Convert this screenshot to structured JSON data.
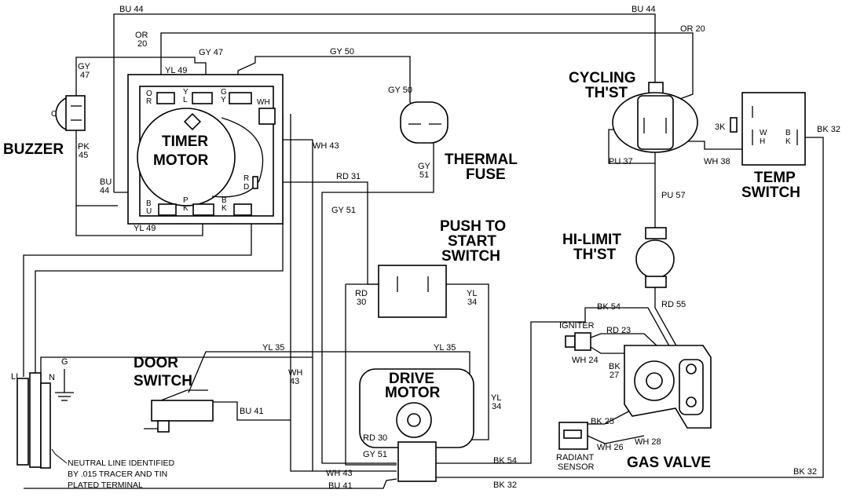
{
  "components": {
    "buzzer": "BUZZER",
    "buzzer_c": "C",
    "timer_motor_1": "TIMER",
    "timer_motor_2": "MOTOR",
    "thermal_fuse_1": "THERMAL",
    "thermal_fuse_2": "FUSE",
    "cycling_thst_1": "CYCLING",
    "cycling_thst_2": "TH'ST",
    "temp_switch_1": "TEMP",
    "temp_switch_2": "SWITCH",
    "push_start_1": "PUSH TO",
    "push_start_2": "START",
    "push_start_3": "SWITCH",
    "hi_limit_1": "HI-LIMIT",
    "hi_limit_2": "TH'ST",
    "door_switch_1": "DOOR",
    "door_switch_2": "SWITCH",
    "drive_motor_1": "DRIVE",
    "drive_motor_2": "MOTOR",
    "gas_valve": "GAS VALVE",
    "igniter": "IGNITER",
    "radiant_sensor_1": "RADIANT",
    "radiant_sensor_2": "SENSOR"
  },
  "terminals": {
    "o": "O",
    "r": "R",
    "y": "Y",
    "l": "L",
    "g": "G",
    "y2": "Y",
    "wh": "WH",
    "r2": "R",
    "d": "D",
    "b": "B",
    "u": "U",
    "p": "P",
    "k": "K",
    "b2": "B",
    "k2": "K",
    "ts_w": "W",
    "ts_h": "H",
    "ts_b": "B",
    "ts_k": "K",
    "ts_3k": "3K"
  },
  "wires": {
    "bu44_top_left": "BU 44",
    "bu44_top_right": "BU 44",
    "or20_left_1": "OR",
    "or20_left_2": "20",
    "or20_right": "OR 20",
    "gy47_left_1": "GY",
    "gy47_left_2": "47",
    "gy47_top": "GY 47",
    "yl49_top": "YL 49",
    "gy50_top": "GY 50",
    "gy50_fuse": "GY 50",
    "pk45_1": "PK",
    "pk45_2": "45",
    "wh43_timer": "WH 43",
    "bu44_left_1": "BU",
    "bu44_left_2": "44",
    "yl49_bottom": "YL 49",
    "rd31": "RD 31",
    "gy51_fuse_1": "GY",
    "gy51_fuse_2": "51",
    "gy51_left": "GY 51",
    "pu37": "PU 37",
    "wh38": "WH 38",
    "bk32_right": "BK 32",
    "pu57": "PU 57",
    "rd30_switch_1": "RD",
    "rd30_switch_2": "30",
    "yl34_switch_1": "YL",
    "yl34_switch_2": "34",
    "rd55": "RD 55",
    "bk54_top": "BK 54",
    "rd23": "RD 23",
    "wh24": "WH 24",
    "bk27_1": "BK",
    "bk27_2": "27",
    "yl35_left": "YL 35",
    "yl35_right": "YL 35",
    "wh43_mid_1": "WH",
    "wh43_mid_2": "43",
    "yl34_motor_1": "YL",
    "yl34_motor_2": "34",
    "bu41_door": "BU 41",
    "rd30_motor": "RD 30",
    "gy51_motor": "GY 51",
    "wh43_bottom": "WH 43",
    "bu41_bottom": "BU 41",
    "bk54_bottom": "BK 54",
    "bk32_bottom_mid": "BK 32",
    "bk32_bottom_right": "BK 32",
    "bk25": "BK 25",
    "wh26": "WH 26",
    "wh28": "WH 28"
  },
  "power": {
    "l1": "LI",
    "n": "N",
    "g": "G"
  },
  "note": {
    "line1": "NEUTRAL LINE IDENTIFIED",
    "line2": "BY .015 TRACER AND TIN",
    "line3": "PLATED TERMINAL"
  }
}
